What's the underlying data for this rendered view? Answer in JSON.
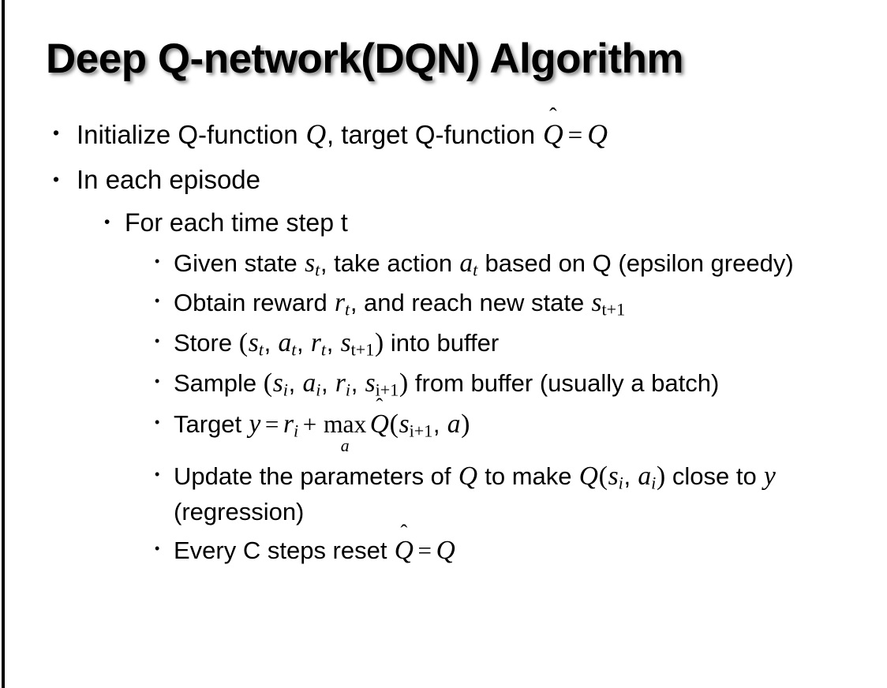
{
  "slide": {
    "title": "Deep Q-network(DQN) Algorithm",
    "background_color": "#ffffff",
    "text_color": "#000000",
    "edge_rule_color": "#000000",
    "bullet_glyph": "•"
  },
  "content": {
    "bullet1": {
      "level": 1,
      "prefix": "Initialize Q-function ",
      "var_q1": "Q",
      "mid": ", target Q-function ",
      "var_qhat": "Q",
      "hat_glyph": "̂",
      "equals": "=",
      "var_q2": "Q"
    },
    "bullet2": {
      "level": 1,
      "text": "In each episode"
    },
    "bullet3": {
      "level": 2,
      "text": "For each time step t"
    },
    "bullet4": {
      "level": 3,
      "p1": "Given state ",
      "v_s": "s",
      "sub_t": "t",
      "p2": ", take action ",
      "v_a": "a",
      "sub_t2": "t",
      "p3": " based on Q (epsilon greedy)"
    },
    "bullet5": {
      "level": 3,
      "p1": "Obtain reward ",
      "v_r": "r",
      "sub_t": "t",
      "p2": ", and reach new state ",
      "v_s": "s",
      "sub_t1": "t+1"
    },
    "bullet6": {
      "level": 3,
      "p1": "Store ",
      "open": "(",
      "v_s": "s",
      "sub_s": "t",
      "c1": ", ",
      "v_a": "a",
      "sub_a": "t",
      "c2": ", ",
      "v_r": "r",
      "sub_r": "t",
      "c3": ", ",
      "v_s2": "s",
      "sub_s2": "t+1",
      "close": ")",
      "p2": " into buffer"
    },
    "bullet7": {
      "level": 3,
      "p1": "Sample ",
      "open": "(",
      "v_s": "s",
      "sub_s": "i",
      "c1": ", ",
      "v_a": "a",
      "sub_a": "i",
      "c2": ", ",
      "v_r": "r",
      "sub_r": "i",
      "c3": ", ",
      "v_s2": "s",
      "sub_s2": "i+1",
      "close": ")",
      "p2": " from buffer (usually a batch)"
    },
    "bullet8": {
      "level": 3,
      "p1": "Target ",
      "v_y": "y",
      "eq": "=",
      "v_r": "r",
      "sub_r": "i",
      "plus": "+",
      "max": "max",
      "max_under": "a",
      "v_qhat": "Q",
      "hat_glyph": "̂",
      "open": "(",
      "v_s": "s",
      "sub_s": "i+1",
      "comma": ", ",
      "v_a": "a",
      "close": ")"
    },
    "bullet9": {
      "level": 3,
      "p1": "Update the parameters of ",
      "v_q1": "Q",
      "p2": " to make ",
      "v_q2": "Q",
      "open": "(",
      "v_s": "s",
      "sub_s": "i",
      "comma": ", ",
      "v_a": "a",
      "sub_a": "i",
      "close": ")",
      "p3": " close to ",
      "v_y": "y",
      "p4": " (regression)"
    },
    "bullet10": {
      "level": 3,
      "p1": "Every C steps reset ",
      "v_qhat": "Q",
      "hat_glyph": "̂",
      "eq": "=",
      "v_q": "Q"
    }
  }
}
